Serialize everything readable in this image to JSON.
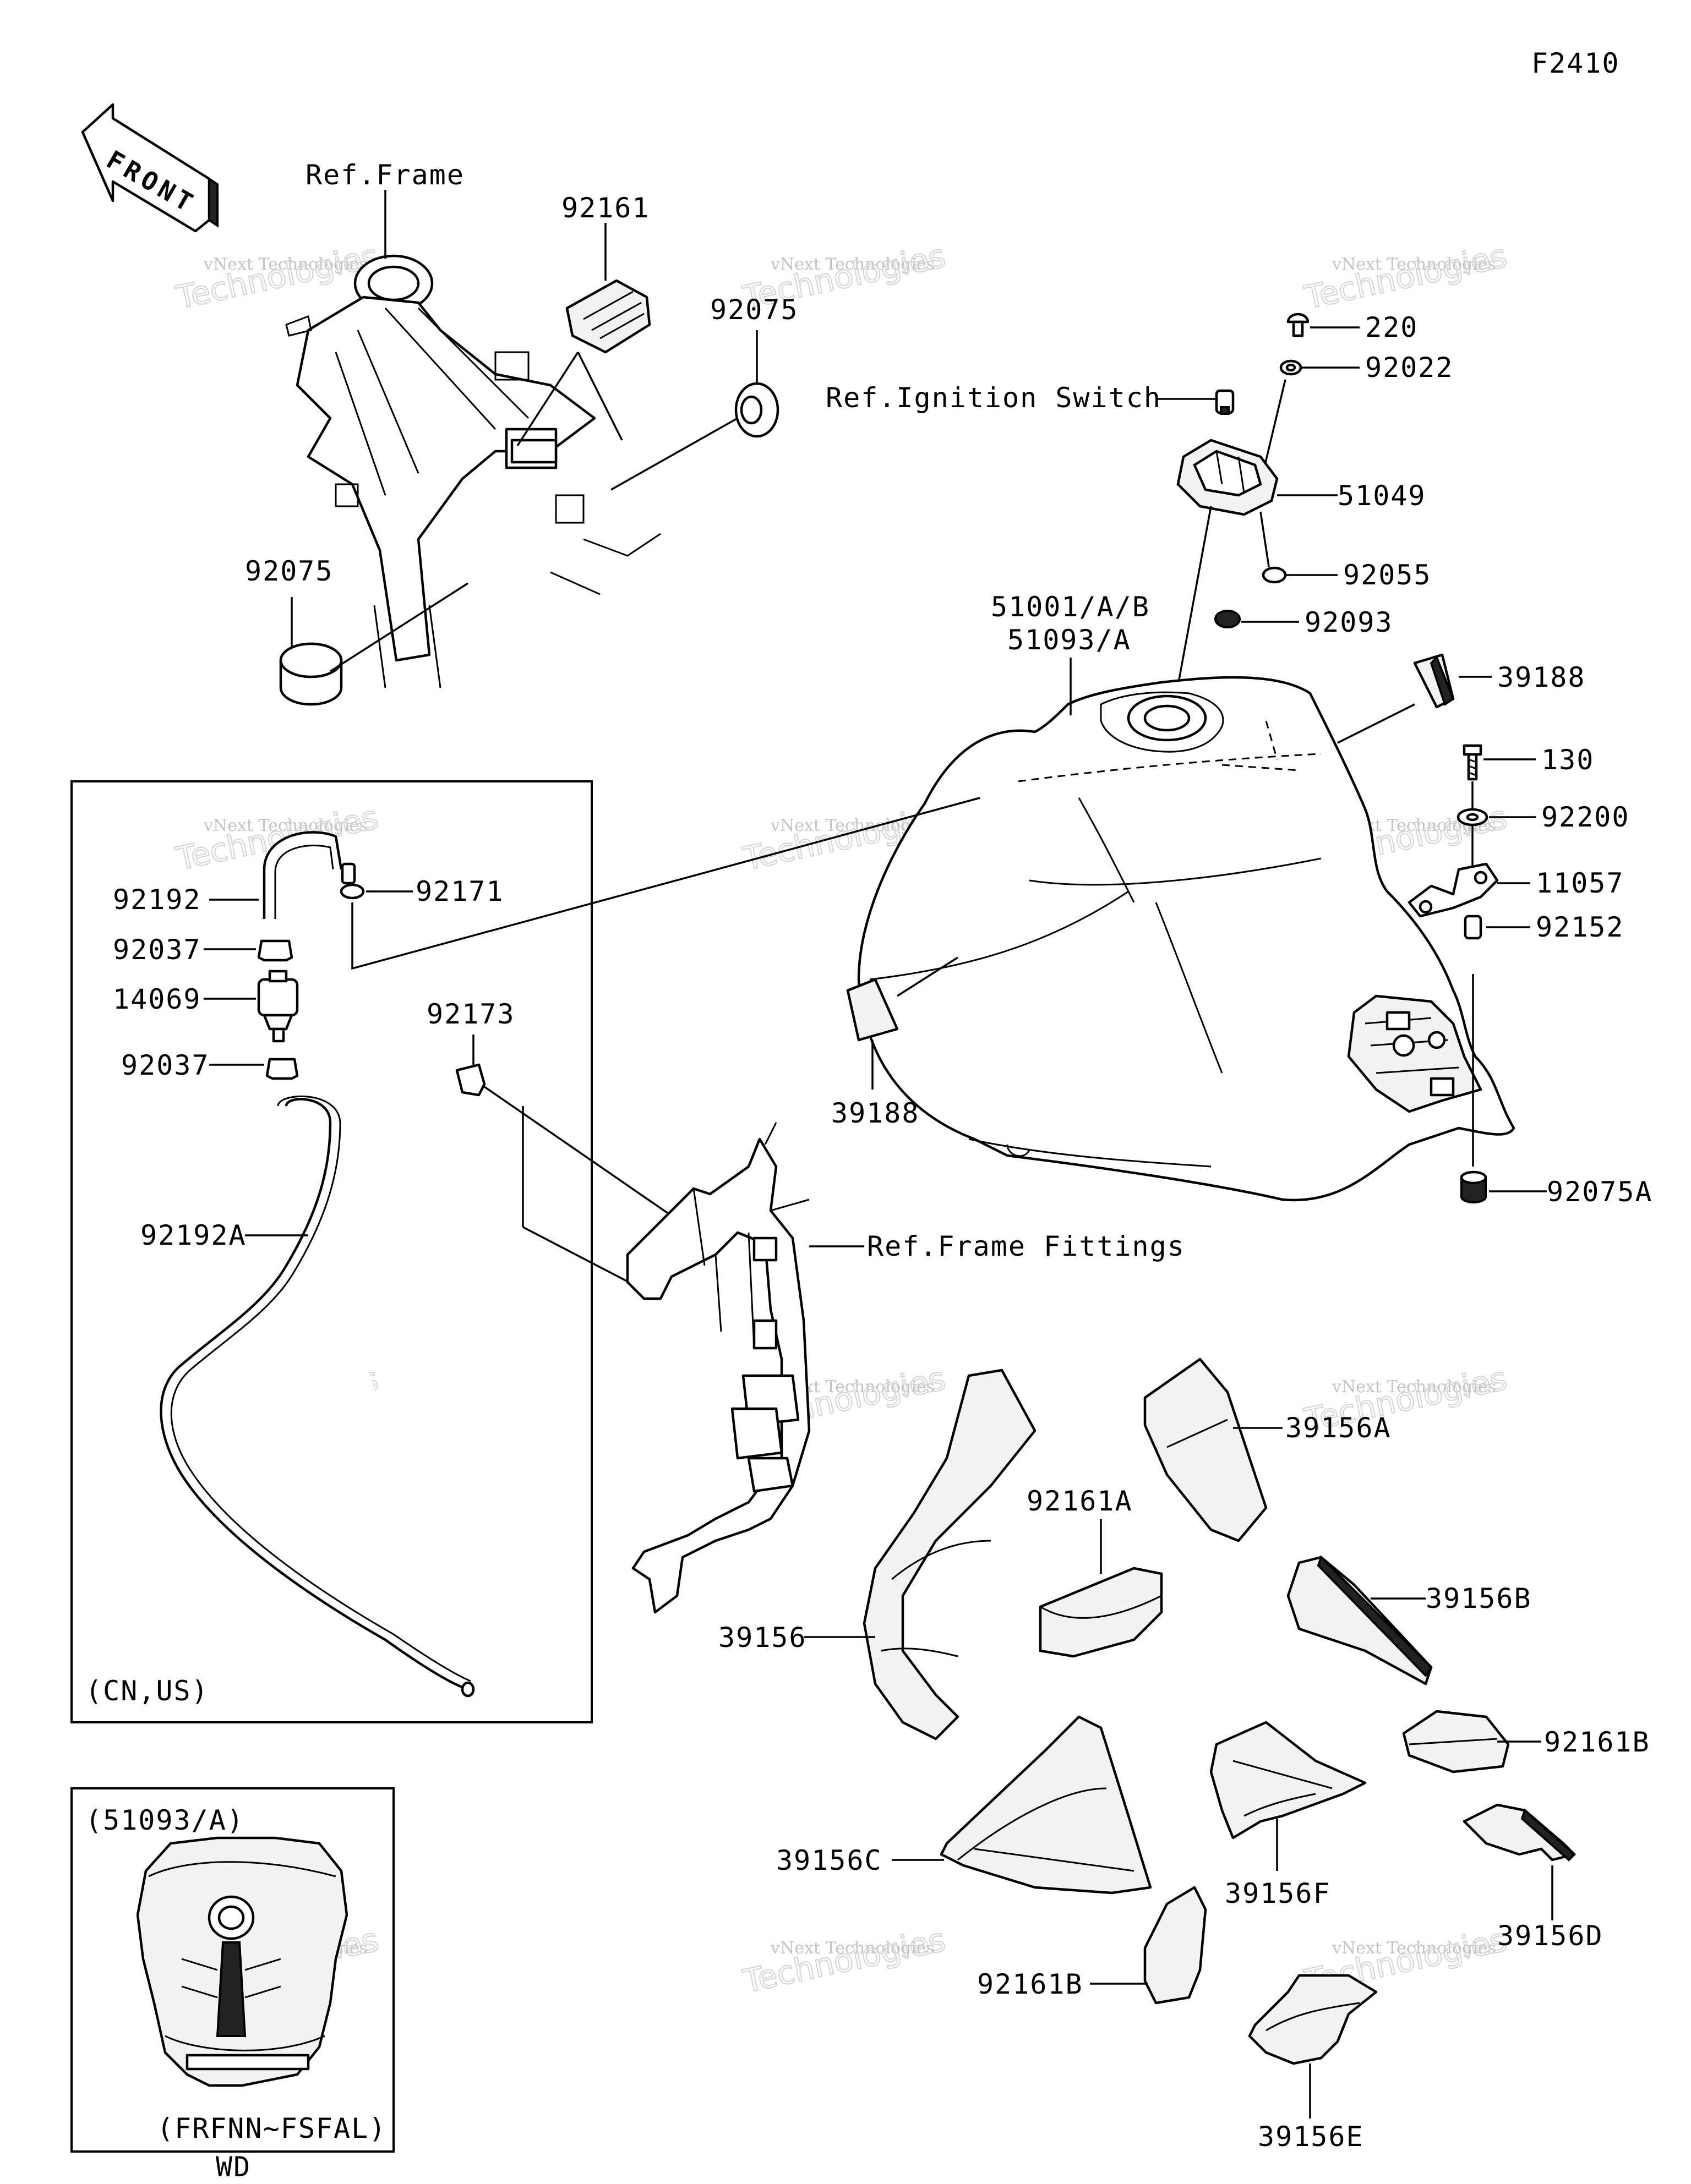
{
  "diagram_id": "F2410",
  "front_label": "FRONT",
  "watermark": {
    "line1": "vNext Technologies",
    "line2": "vNext",
    "line3": "Technologies"
  },
  "labels": {
    "ref_frame": "Ref.Frame",
    "p92161": "92161",
    "p92075_top": "92075",
    "p92075_left": "92075",
    "ref_ignition": "Ref.Ignition Switch",
    "p220": "220",
    "p92022": "92022",
    "p51049": "51049",
    "p92055": "92055",
    "p92093": "92093",
    "p51001": "51001/A/B",
    "p51093": "51093/A",
    "p39188_right": "39188",
    "p130": "130",
    "p92200": "92200",
    "p11057": "11057",
    "p92152": "92152",
    "p39188_left": "39188",
    "p92075A": "92075A",
    "p92192": "92192",
    "p92171": "92171",
    "p92037_a": "92037",
    "p14069": "14069",
    "p92037_b": "92037",
    "p92173": "92173",
    "p92192A": "92192A",
    "ref_frame_fittings": "Ref.Frame Fittings",
    "p39156A": "39156A",
    "p92161A": "92161A",
    "p39156B": "39156B",
    "p39156": "39156",
    "p92161B_right": "92161B",
    "p39156C": "39156C",
    "p39156F": "39156F",
    "p39156D": "39156D",
    "p92161B_bottom": "92161B",
    "p39156E": "39156E"
  },
  "inset_cn_us": {
    "caption": "(CN,US)"
  },
  "inset_wd": {
    "title": "(51093/A)",
    "caption": "(FRFNN~FSFAL)",
    "footer": "WD"
  }
}
